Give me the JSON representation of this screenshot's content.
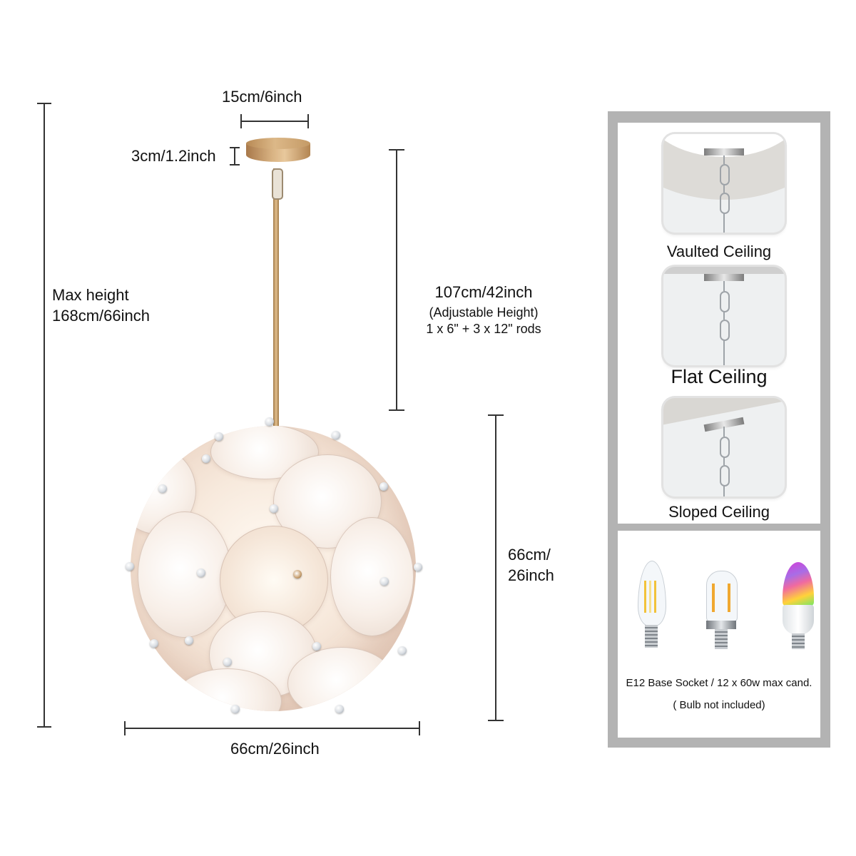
{
  "dimensions": {
    "canopy_width": "15cm/6inch",
    "canopy_height": "3cm/1.2inch",
    "max_height_label": "Max height",
    "max_height_value": "168cm/66inch",
    "rod_length": "107cm/42inch",
    "rod_note": "(Adjustable Height)",
    "rod_config": "1 x 6\" + 3 x 12\" rods",
    "sphere_height_line1": "66cm/",
    "sphere_height_line2": "26inch",
    "sphere_width": "66cm/26inch"
  },
  "mounting": {
    "options": [
      {
        "label": "Vaulted Ceiling",
        "icon": "vaulted-ceiling-icon"
      },
      {
        "label": "Flat Ceiling",
        "icon": "flat-ceiling-icon"
      },
      {
        "label": "Sloped Ceiling",
        "icon": "sloped-ceiling-icon"
      }
    ]
  },
  "bulbs": {
    "types": [
      {
        "name": "candelabra-filament-bulb"
      },
      {
        "name": "t-shape-filament-bulb"
      },
      {
        "name": "rgb-smart-bulb"
      }
    ],
    "spec": "E12 Base Socket / 12 x 60w max cand.",
    "note": "( Bulb not included)"
  },
  "colors": {
    "panel_border": "#b3b3b3",
    "brass": "#d1a874",
    "dimension_line": "#333333",
    "glass": "#f7e9dc"
  }
}
